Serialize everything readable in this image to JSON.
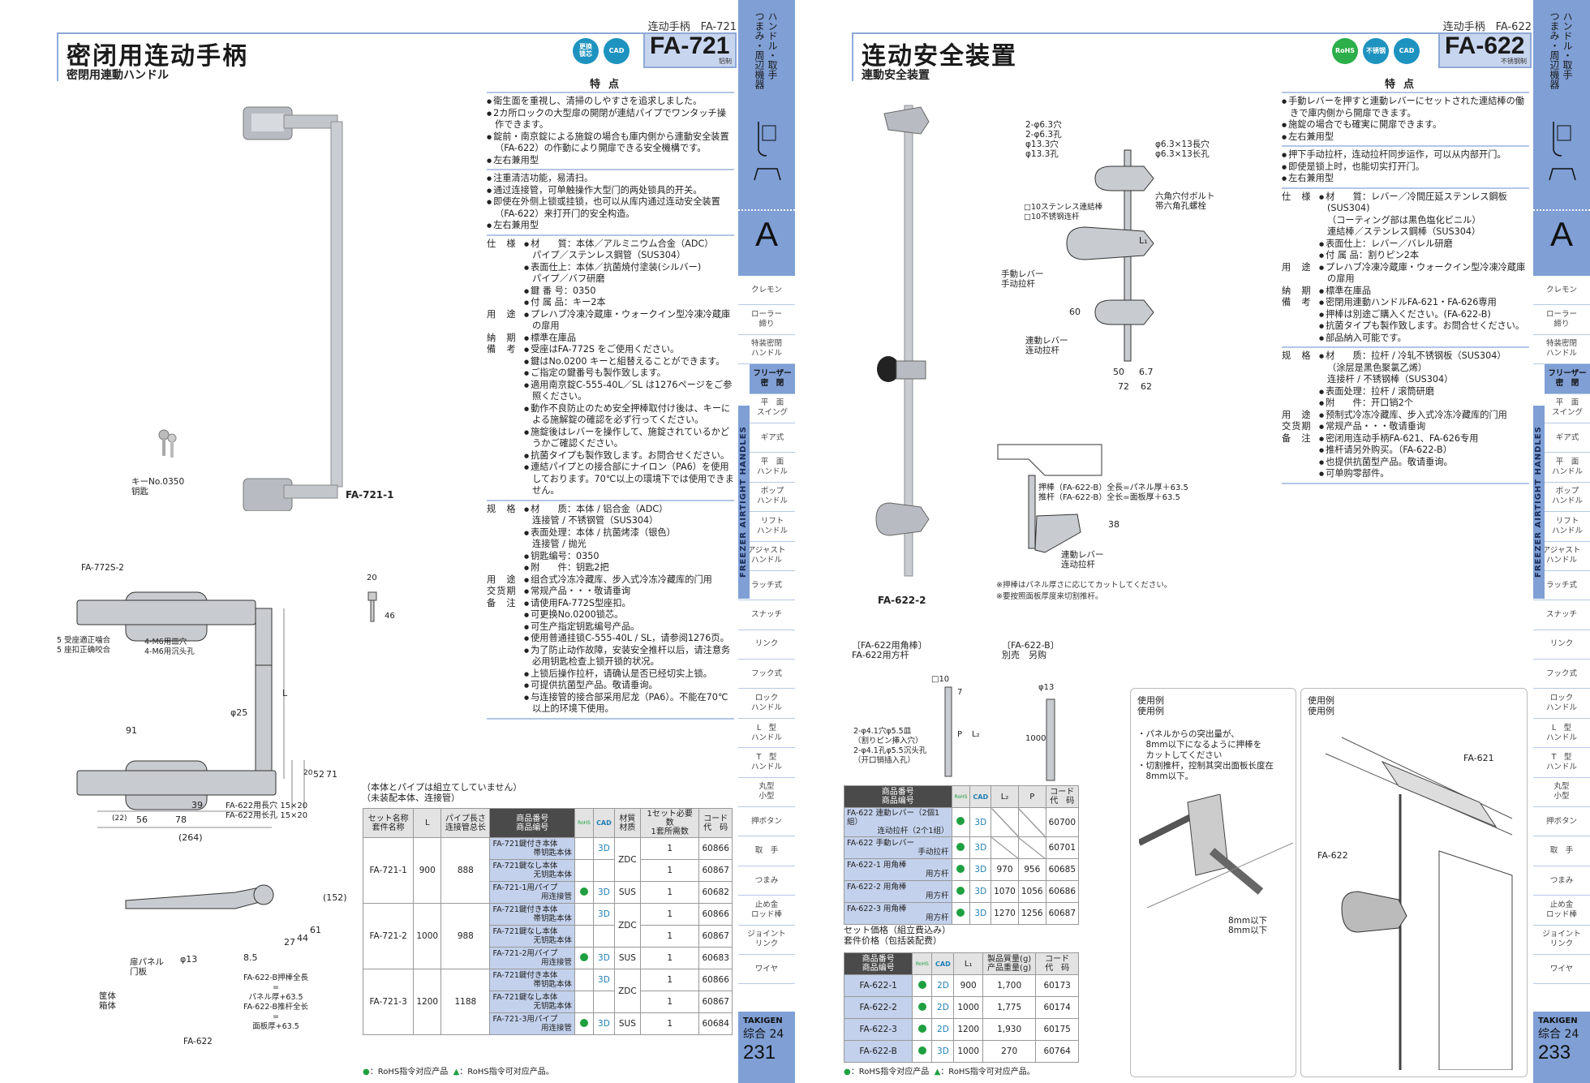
{
  "left": {
    "running_head": "连动手柄　FA-721",
    "title": "密闭用连动手柄",
    "subtitle": "密閉用連動ハンドル",
    "badges": [
      {
        "icon": "key-cylinder-icon",
        "label": "更换\n锁芯"
      },
      {
        "icon": "cad-icon",
        "label": "CAD"
      }
    ],
    "model": "FA-721",
    "material_tag": "铝制",
    "features_title": "特点",
    "features_ja": [
      "衛生面を重視し、清掃のしやすさを追求しました。",
      "2カ所ロックの大型扉の開閉が連結パイプでワンタッチ操作できます。",
      "錠前・南京錠による施錠の場合も庫内側から連動安全装置（FA-622）の作動により開扉できる安全機構です。",
      "左右兼用型"
    ],
    "features_zh": [
      "注重清洁功能，易清扫。",
      "通过连接管，可单触操作大型门的两处锁具的开关。",
      "即使在外侧上锁或挂锁，也可以从库内通过连动安全装置（FA-622）来打开门的安全构造。",
      "左右兼用型"
    ],
    "spec_ja": {
      "label": "仕　様",
      "items": [
        "材　　質：本体／アルミニウム合金（ADC）\nパイプ／ステンレス鋼管（SUS304）",
        "表面仕上：本体／抗菌焼付塗装(シルバー)\nパイプ／バフ研磨",
        "鍵 番 号：0350",
        "付 属 品：キー2本"
      ],
      "usage_label": "用　途",
      "usage": "プレハブ冷凍冷蔵庫・ウォークイン型冷凍冷蔵庫の扉用",
      "delivery_label": "納　期",
      "delivery": "標準在庫品",
      "notes_label": "備　考",
      "notes": [
        "受座はFA-772S をご使用ください。",
        "鍵はNo.0200 キーと組替えることができます。",
        "ご指定の鍵番号も製作致します。",
        "適用南京錠C-555-40L／SL は1276ページをご参照ください。",
        "動作不良防止のため安全押棒取付け後は、キーによる施解錠の確認を必ず行ってください。",
        "施錠後はレバーを操作して、施錠されているかどうかご確認ください。",
        "抗菌タイプも製作致します。お問合せください。",
        "連結パイプとの接合部にナイロン（PA6）を使用しております。70℃以上の環境下では使用できません。"
      ]
    },
    "spec_zh": {
      "label": "规　格",
      "items": [
        "材　　质：本体 / 铝合金（ADC）\n连接管 / 不锈钢管（SUS304）",
        "表面处理：本体 / 抗菌烤漆（银色）\n连接管 / 抛光",
        "钥匙编号：0350",
        "附　　件：钥匙2把"
      ],
      "usage_label": "用　途",
      "usage": "组合式冷冻冷藏库、步入式冷冻冷藏库的门用",
      "delivery_label": "交货期",
      "delivery": "常规产品・・・敬请垂询",
      "notes_label": "备　注",
      "notes": [
        "请使用FA-772S型座扣。",
        "可更换No.0200锁芯。",
        "可生产指定钥匙编号产品。",
        "使用普通挂锁C-555-40L / SL，请参阅1276页。",
        "为了防止动作故障，安装安全推杆以后，请注意务必用钥匙检查上锁开锁的状况。",
        "上锁后操作拉杆，请确认是否已经切实上锁。",
        "可提供抗菌型产品。敬请垂询。",
        "与连接管的接合部采用尼龙（PA6）。不能在70℃以上的环境下使用。"
      ]
    },
    "photo_labels": {
      "key": "キーNo.0350\n钥匙",
      "model": "FA-721-1"
    },
    "key_dims": {
      "w": "20",
      "h": "46"
    },
    "drawing_labels": {
      "receiver": "FA-772S-2",
      "engage": "5 受座適正噛合\n5 座扣正确咬合",
      "holes": "4-M6用皿穴\n4-M6用沉头孔",
      "L": "L",
      "phi25": "φ25",
      "d91": "91",
      "d39": "39",
      "d22": "(22)",
      "d56": "56",
      "d78": "78",
      "d264": "(264)",
      "d20": "20",
      "d52": "52",
      "d71": "71",
      "slot": "FA-622用長穴 15×20\nFA-622用长孔 15×20",
      "d152": "(152)",
      "d61": "61",
      "d44": "44",
      "d27": "27",
      "d85": "8.5",
      "phi13": "φ13",
      "panel": "扉パネル\n门板",
      "box": "筐体\n箱体",
      "push_rod": "FA-622-B押棒全長\n=\nパネル厚+63.5\nFA-622-B推杆全长\n=\n面板厚+63.5",
      "fa622": "FA-622"
    },
    "table_caption": "（本体とパイプは組立てしていません）\n（未装配本体、连接管）",
    "table": {
      "headers": [
        "セット名称\n套件名称",
        "L",
        "パイプ長さ\n连接管总长",
        "商品番号\n商品编号",
        "RoHS",
        "CAD",
        "材質\n材质",
        "1セット必要数\n1套所需数",
        "コード\n代　码"
      ],
      "groups": [
        {
          "set": "FA-721-1",
          "L": "900",
          "pipe": "888",
          "rows": [
            {
              "p1": "FA-721鍵付き本体",
              "p2": "帯钥匙本体",
              "rohs": false,
              "cad": "3D",
              "mat": "ZDC",
              "qty": "1",
              "code": "60866"
            },
            {
              "p1": "FA-721鍵なし本体",
              "p2": "无钥匙本体",
              "rohs": false,
              "cad": "",
              "mat": "ZDC",
              "qty": "1",
              "code": "60867"
            },
            {
              "p1": "FA-721-1用パイプ",
              "p2": "用连接管",
              "rohs": true,
              "cad": "3D",
              "mat": "SUS",
              "qty": "1",
              "code": "60682"
            }
          ]
        },
        {
          "set": "FA-721-2",
          "L": "1000",
          "pipe": "988",
          "rows": [
            {
              "p1": "FA-721鍵付き本体",
              "p2": "帯钥匙本体",
              "rohs": false,
              "cad": "3D",
              "mat": "ZDC",
              "qty": "1",
              "code": "60866"
            },
            {
              "p1": "FA-721鍵なし本体",
              "p2": "无钥匙本体",
              "rohs": false,
              "cad": "",
              "mat": "ZDC",
              "qty": "1",
              "code": "60867"
            },
            {
              "p1": "FA-721-2用パイプ",
              "p2": "用连接管",
              "rohs": true,
              "cad": "3D",
              "mat": "SUS",
              "qty": "1",
              "code": "60683"
            }
          ]
        },
        {
          "set": "FA-721-3",
          "L": "1200",
          "pipe": "1188",
          "rows": [
            {
              "p1": "FA-721鍵付き本体",
              "p2": "帯钥匙本体",
              "rohs": false,
              "cad": "3D",
              "mat": "ZDC",
              "qty": "1",
              "code": "60866"
            },
            {
              "p1": "FA-721鍵なし本体",
              "p2": "无钥匙本体",
              "rohs": false,
              "cad": "",
              "mat": "ZDC",
              "qty": "1",
              "code": "60867"
            },
            {
              "p1": "FA-721-3用パイプ",
              "p2": "用连接管",
              "rohs": true,
              "cad": "3D",
              "mat": "SUS",
              "qty": "1",
              "code": "60684"
            }
          ]
        }
      ]
    },
    "legend": {
      "circle": "●",
      "circle_text": "：RoHS指令对应产品",
      "tri": "▲",
      "tri_text": "：RoHS指令可对应产品。"
    },
    "footer": {
      "brand": "TAKIGEN",
      "edition": "综合 24",
      "page": "231"
    }
  },
  "right": {
    "running_head": "连动手柄　FA-622",
    "title": "连动安全装置",
    "subtitle": "連動安全装置",
    "badges": [
      {
        "icon": "rohs-icon",
        "label": "RoHS"
      },
      {
        "icon": "stainless-icon",
        "label": "不锈钢"
      },
      {
        "icon": "cad-icon",
        "label": "CAD"
      }
    ],
    "model": "FA-622",
    "material_tag": "不锈钢制",
    "features_title": "特点",
    "features_ja": [
      "手動レバーを押すと連動レバーにセットされた連結棒の働きで庫内側から開扉できます。",
      "施錠の場合でも確実に開扉できます。",
      "左右兼用型"
    ],
    "features_zh": [
      "押下手动拉杆，连动拉杆同步运作，可以从内部开门。",
      "即使是锁上时，也能切实打开门。",
      "左右兼用型"
    ],
    "spec_ja": {
      "label": "仕　様",
      "items": [
        "材　　質：レバー／冷間圧延ステンレス鋼板(SUS304)\n（コーティング部は黒色塩化ビニル）\n連結棒／ステンレス鋼棒（SUS304）",
        "表面仕上：レバー／バレル研磨",
        "付 属 品：割りピン2本"
      ],
      "usage_label": "用　途",
      "usage": "プレハブ冷凍冷蔵庫・ウォークイン型冷凍冷蔵庫の扉用",
      "delivery_label": "納　期",
      "delivery": "標準在庫品",
      "notes_label": "備　考",
      "notes": [
        "密閉用連動ハンドルFA-621・FA-626専用",
        "押棒は別途ご購入ください。(FA-622-B)",
        "抗菌タイプも製作致します。お問合せください。",
        "部品納入可能です。"
      ]
    },
    "spec_zh": {
      "label": "规　格",
      "items": [
        "材　　质：拉杆 / 冷轧不锈钢板（SUS304）\n（涂层是黑色聚氯乙烯）\n连接杆 / 不锈钢棒（SUS304）",
        "表面处理：拉杆 / 滚筒研磨",
        "附　　件：开口销2个"
      ],
      "usage_label": "用　途",
      "usage": "预制式冷冻冷藏库、步入式冷冻冷藏库的门用",
      "delivery_label": "交货期",
      "delivery": "常规产品・・・敬请垂询",
      "notes_label": "备　注",
      "notes": [
        "密闭用连动手柄FA-621、FA-626专用",
        "推杆请另外购买。（FA-622-B）",
        "也提供抗菌型产品。敬请垂询。",
        "可单购零部件。"
      ]
    },
    "photo_labels": {
      "model": "FA-622-2"
    },
    "drawing_labels": {
      "holes": "2-φ6.3穴\n2-φ6.3孔\nφ13.3穴\nφ13.3孔",
      "slot": "φ6.3×13長穴\nφ6.3×13长孔",
      "bolt": "六角穴付ボルト\n帯六角孔螺栓",
      "rod": "□10ステンレス連結棒\n□10不锈钢连杆",
      "manual": "手動レバー\n手动拉杆",
      "linked": "連動レバー\n连动拉杆",
      "L1": "L₁",
      "d60": "60",
      "d50": "50",
      "d67": "6.7",
      "d72": "72",
      "d62": "62",
      "push": "押棒（FA-622-B）全長=パネル厚＋63.5\n推杆（FA-622-B）全长=面板厚＋63.5",
      "d38": "38",
      "linked2": "連動レバー\n连动拉杆",
      "note1": "※押棒はパネル厚さに応じてカットしてください。",
      "note2": "※要按照面板厚度来切割推杆。"
    },
    "square_rod": {
      "caption": "〔FA-622用角棒〕\nFA-622用方杆",
      "sq10": "□10",
      "d7": "7",
      "P": "P",
      "L2": "L₂",
      "holes": "2-φ4.1穴φ5.5皿\n（割りピン挿入穴）\n2-φ4.1孔φ5.5沉头孔\n（开口销插入孔）"
    },
    "push_rod": {
      "caption": "〔FA-622-B〕\n別売　另购",
      "phi13": "φ13",
      "d1000": "1000"
    },
    "usage1": {
      "title": "使用例\n使用例",
      "text": "・パネルからの突出量が、\n　8mm以下になるように押棒を\n　カットしてください\n・切割推杆，控制其突出面板长度在\n　8mm以下。",
      "dim": "8mm以下\n8mm以下"
    },
    "usage2": {
      "title": "使用例\n使用例",
      "fa621": "FA-621",
      "fa622": "FA-622"
    },
    "parts_table": {
      "headers": [
        "商品番号\n商品编号",
        "RoHS",
        "CAD",
        "L₂",
        "P",
        "コード\n代　码"
      ],
      "rows": [
        {
          "p1": "FA-622 連動レバー（2個1組）",
          "p2": "连动拉杆（2个1组）",
          "rohs": true,
          "cad": "3D",
          "L2": "",
          "P": "",
          "code": "60700"
        },
        {
          "p1": "FA-622 手動レバー",
          "p2": "手动拉杆",
          "rohs": true,
          "cad": "3D",
          "L2": "",
          "P": "",
          "code": "60701"
        },
        {
          "p1": "FA-622-1 用角棒",
          "p2": "用方杆",
          "rohs": true,
          "cad": "3D",
          "L2": "970",
          "P": "956",
          "code": "60685"
        },
        {
          "p1": "FA-622-2 用角棒",
          "p2": "用方杆",
          "rohs": true,
          "cad": "3D",
          "L2": "1070",
          "P": "1056",
          "code": "60686"
        },
        {
          "p1": "FA-622-3 用角棒",
          "p2": "用方杆",
          "rohs": true,
          "cad": "3D",
          "L2": "1270",
          "P": "1256",
          "code": "60687"
        }
      ]
    },
    "set_caption": "セット価格（組立費込み）\n套件价格（包括装配费）",
    "set_table": {
      "headers": [
        "商品番号\n商品编号",
        "RoHS",
        "CAD",
        "L₁",
        "製品質量(g)\n产品重量(g)",
        "コード\n代　码"
      ],
      "rows": [
        {
          "p": "FA-622-1",
          "rohs": true,
          "cad": "2D",
          "L1": "900",
          "mass": "1,700",
          "code": "60173"
        },
        {
          "p": "FA-622-2",
          "rohs": true,
          "cad": "2D",
          "L1": "1000",
          "mass": "1,775",
          "code": "60174"
        },
        {
          "p": "FA-622-3",
          "rohs": true,
          "cad": "2D",
          "L1": "1200",
          "mass": "1,930",
          "code": "60175"
        },
        {
          "p": "FA-622-B",
          "rohs": true,
          "cad": "3D",
          "L1": "1000",
          "mass": "270",
          "code": "60764"
        }
      ]
    },
    "legend": {
      "circle": "●",
      "circle_text": "：RoHS指令对应产品",
      "tri": "▲",
      "tri_text": "：RoHS指令可对应产品。"
    },
    "footer": {
      "brand": "TAKIGEN",
      "edition": "综合 24",
      "page": "233"
    }
  },
  "sidebar": {
    "category": "ハンドル・取手\nつまみ・周辺機器",
    "letter": "A",
    "freezer_label": "FREEZER AIRTIGHT HANDLES",
    "items": [
      "クレモン",
      "ローラー\n締り",
      "特装密閉\nハンドル",
      "フリーザー\n密　閉",
      "平　面\nスイング",
      "ギア式",
      "平　面\nハンドル",
      "ポップ\nハンドル",
      "リフト\nハンドル",
      "アジャスト\nハンドル",
      "ラッチ式",
      "スナッチ",
      "リンク",
      "フック式",
      "ロック\nハンドル",
      "L　型\nハンドル",
      "T　型\nハンドル",
      "丸型\n小型",
      "押ボタン",
      "取　手",
      "つまみ",
      "止め金\nロッド棒",
      "ジョイント\nリンク",
      "ワイヤ"
    ],
    "active_index": 3
  },
  "colors": {
    "accent_blue": "#7f9fd5",
    "rule_blue": "#b3c6e6",
    "rohs_green": "#1fa040",
    "product_cell": "#c3d1ec"
  }
}
